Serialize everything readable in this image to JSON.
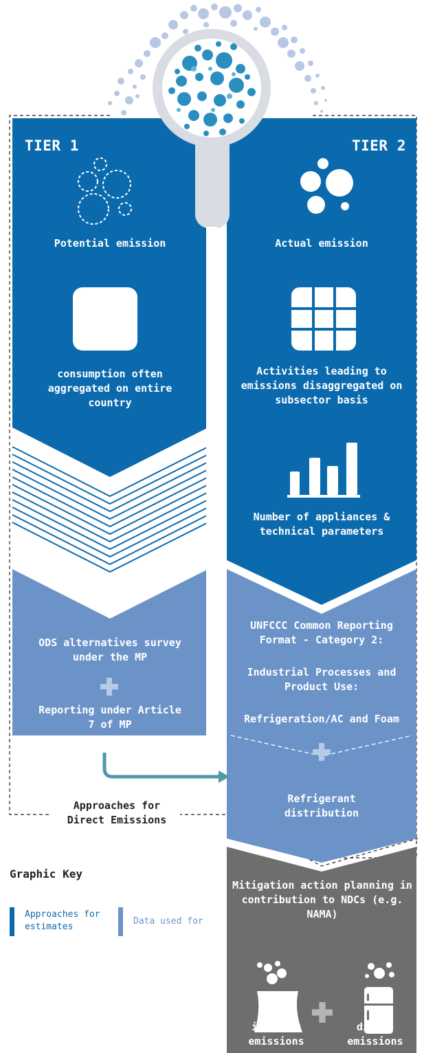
{
  "tier1": {
    "title": "TIER 1",
    "potential": "Potential emission",
    "consumption": "consumption often aggregated on entire country",
    "survey": "ODS alternatives survey under the MP",
    "reporting": "Reporting under Article 7 of MP"
  },
  "tier2": {
    "title": "TIER 2",
    "actual": "Actual emission",
    "activities": "Activities leading to emissions disaggregated on subsector basis",
    "appliances": "Number of appliances & technical parameters",
    "unfccc": "UNFCCC Common Reporting Format - Category 2:",
    "industrial": "Industrial Processes and Product Use:",
    "refrigeration": "Refrigeration/AC and Foam",
    "distribution": "Refrigerant distribution"
  },
  "approaches": "Approaches for Direct Emissions",
  "mitigation": {
    "title": "Mitigation action planning in contribution to NDCs (e.g. NAMA)",
    "indirect": "indirect emissions",
    "direct": "direct emissions"
  },
  "key": {
    "title": "Graphic Key",
    "approaches": "Approaches for estimates",
    "data_used": "Data used for"
  },
  "colors": {
    "dark_blue": "#0b6aae",
    "light_blue": "#6b93c8",
    "grey": "#6e6e6e",
    "teal_arrow": "#4f9aa6",
    "magnifier": "#d9dde3"
  }
}
